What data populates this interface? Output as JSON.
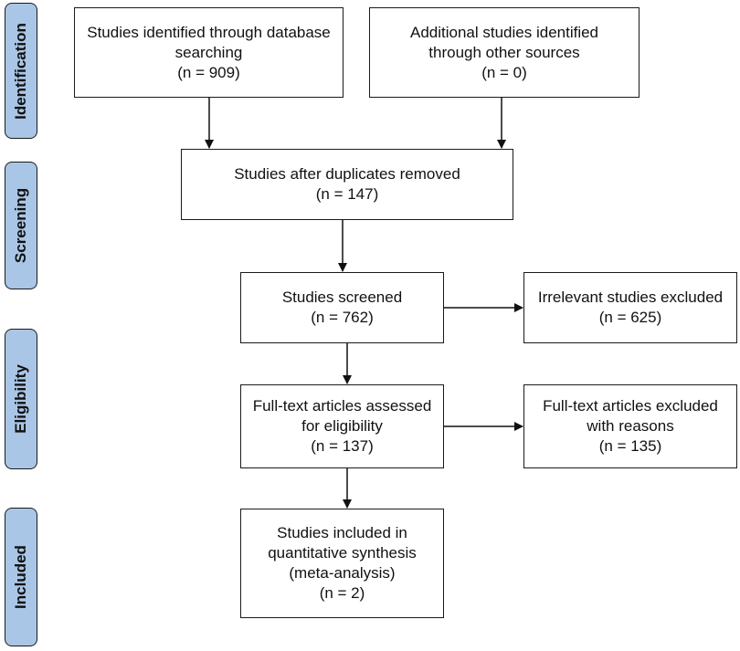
{
  "phases": {
    "identification": "Identification",
    "screening": "Screening",
    "eligibility": "Eligibility",
    "included": "Included"
  },
  "boxes": {
    "database_search": [
      "Studies identified through database",
      "searching",
      "(n = 909)"
    ],
    "other_sources": [
      "Additional studies identified",
      "through other sources",
      "(n = 0)"
    ],
    "duplicates_removed": [
      "Studies after duplicates removed",
      "(n = 147)"
    ],
    "screened": [
      "Studies screened",
      "(n = 762)"
    ],
    "irrelevant_excluded": [
      "Irrelevant studies excluded",
      "(n = 625)"
    ],
    "fulltext_assessed": [
      "Full-text articles assessed",
      "for eligibility",
      "(n = 137)"
    ],
    "fulltext_excluded": [
      "Full-text articles excluded",
      "with reasons",
      "(n = 135)"
    ],
    "included": [
      "Studies included in",
      "quantitative synthesis",
      "(meta-analysis)",
      "(n = 2)"
    ]
  }
}
